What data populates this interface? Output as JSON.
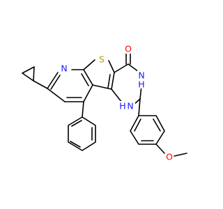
{
  "atoms": {
    "nitrogen_pyridine": "N",
    "sulfur": "S",
    "oxygen_carbonyl": "O",
    "nitrogen_nh_top": "N",
    "hydrogen_nh_top": "H",
    "nitrogen_nh_bottom": "N",
    "hydrogen_nh_bottom": "H",
    "oxygen_methoxy": "O"
  },
  "colors": {
    "bond": "#000000",
    "nitrogen": "#1a1aff",
    "sulfur": "#b3a000",
    "oxygen": "#ff0000",
    "hydrogen": "#1a1aff"
  }
}
